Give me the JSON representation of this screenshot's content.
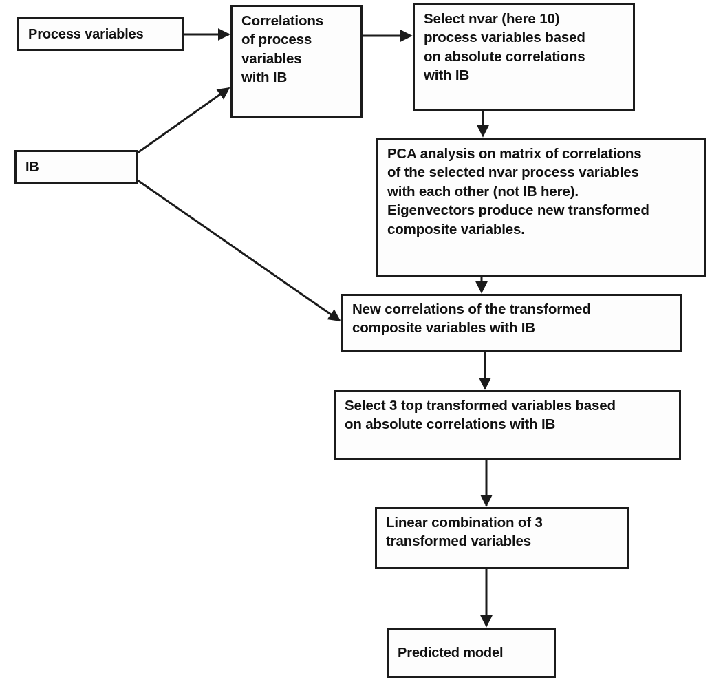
{
  "diagram": {
    "title": "PCA-based variable selection and prediction flowchart",
    "background_color": "#ffffff",
    "stroke_color": "#1b1b1b",
    "text_color": "#111111",
    "nodes": {
      "process_variables": "Process variables",
      "correlations": "Correlations\nof process\nvariables\nwith IB",
      "select_nvar": "Select nvar (here 10)\nprocess variables based\non absolute correlations\nwith IB",
      "ib": "IB",
      "pca": "PCA analysis on matrix of correlations\nof the selected nvar process variables\nwith each other (not IB here).\nEigenvectors produce new transformed\ncomposite variables.",
      "new_correlations": "New correlations of the transformed\ncomposite variables with IB",
      "select_three": "Select 3 top transformed variables based\non absolute correlations with IB",
      "linear_combination": "Linear combination of 3\ntransformed variables",
      "predicted_model": "Predicted model"
    },
    "edges": [
      {
        "name": "process-variables-to-correlations",
        "from": "process_variables",
        "to": "correlations",
        "kind": "straight-horizontal"
      },
      {
        "name": "ib-to-correlations",
        "from": "ib",
        "to": "correlations",
        "kind": "diagonal-up"
      },
      {
        "name": "correlations-to-select-nvar",
        "from": "correlations",
        "to": "select_nvar",
        "kind": "straight-horizontal"
      },
      {
        "name": "select-nvar-to-pca",
        "from": "select_nvar",
        "to": "pca",
        "kind": "straight-vertical"
      },
      {
        "name": "pca-to-new-correlations",
        "from": "pca",
        "to": "new_correlations",
        "kind": "straight-vertical"
      },
      {
        "name": "ib-to-new-correlations",
        "from": "ib",
        "to": "new_correlations",
        "kind": "diagonal-down"
      },
      {
        "name": "new-correlations-to-select-three",
        "from": "new_correlations",
        "to": "select_three",
        "kind": "straight-vertical"
      },
      {
        "name": "select-three-to-linear-combination",
        "from": "select_three",
        "to": "linear_combination",
        "kind": "straight-vertical"
      },
      {
        "name": "linear-combination-to-predicted-model",
        "from": "linear_combination",
        "to": "predicted_model",
        "kind": "straight-vertical"
      }
    ]
  }
}
